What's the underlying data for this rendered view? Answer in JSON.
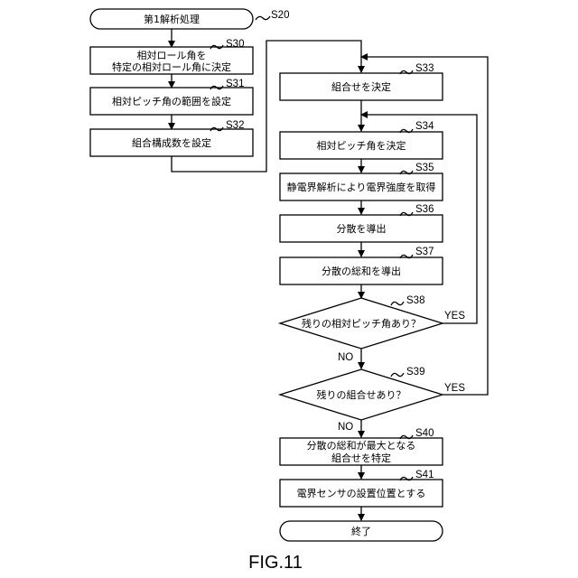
{
  "figure_label": "FIG.11",
  "nodes": {
    "s20": {
      "step": "S20",
      "text": "第1解析処理"
    },
    "s30": {
      "step": "S30",
      "line1": "相対ロール角を",
      "line2": "特定の相対ロール角に決定"
    },
    "s31": {
      "step": "S31",
      "text": "相対ピッチ角の範囲を設定"
    },
    "s32": {
      "step": "S32",
      "text": "組合構成数を設定"
    },
    "s33": {
      "step": "S33",
      "text": "組合せを決定"
    },
    "s34": {
      "step": "S34",
      "text": "相対ピッチ角を決定"
    },
    "s35": {
      "step": "S35",
      "text": "静電界解析により電界強度を取得"
    },
    "s36": {
      "step": "S36",
      "text": "分散を導出"
    },
    "s37": {
      "step": "S37",
      "text": "分散の総和を導出"
    },
    "s38": {
      "step": "S38",
      "text": "残りの相対ピッチ角あり？"
    },
    "s39": {
      "step": "S39",
      "text": "残りの組合せあり？"
    },
    "s40": {
      "step": "S40",
      "line1": "分散の総和が最大となる",
      "line2": "組合せを特定"
    },
    "s41": {
      "step": "S41",
      "text": "電界センサの設置位置とする"
    },
    "end": {
      "text": "終了"
    }
  },
  "edge_labels": {
    "s38_yes": "YES",
    "s38_no": "NO",
    "s39_yes": "YES",
    "s39_no": "NO"
  }
}
